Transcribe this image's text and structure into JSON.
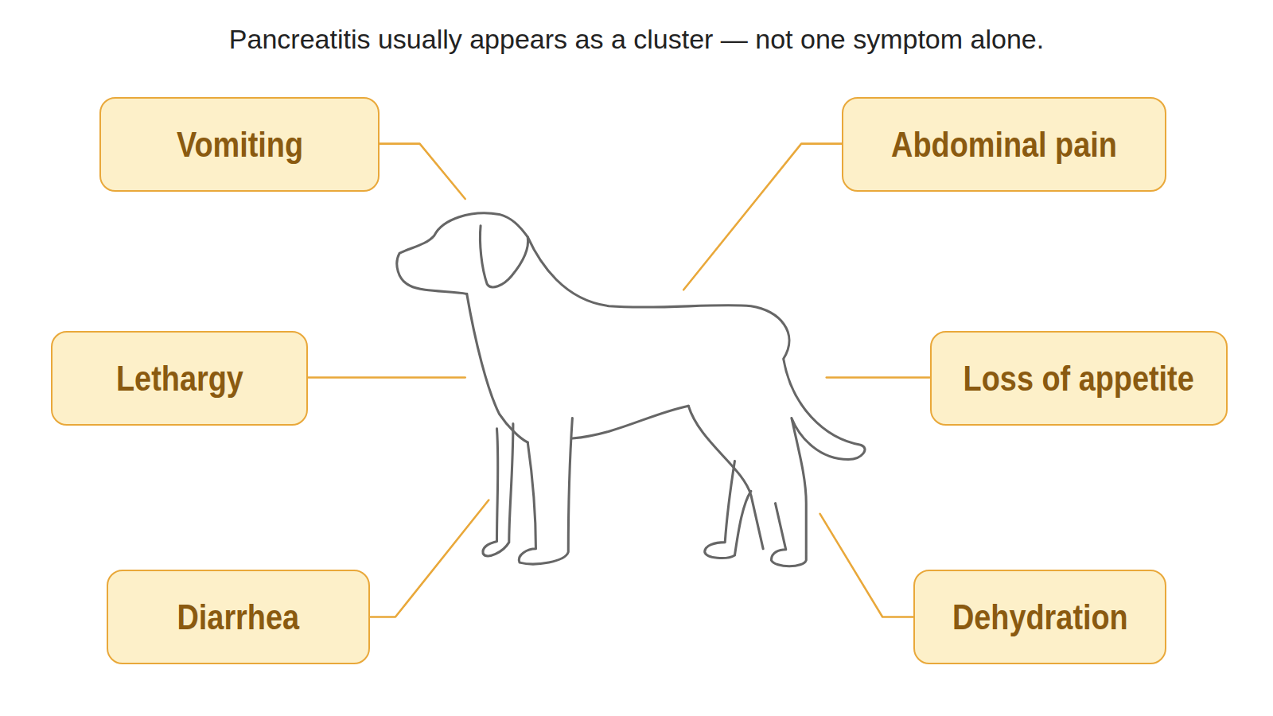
{
  "diagram": {
    "title": "Pancreatitis usually appears as a cluster — not one symptom alone.",
    "nodes": [
      {
        "text": [
          "Vomiting"
        ]
      },
      {
        "text": [
          "Abdominal pain"
        ]
      },
      {
        "text": [
          "Lethargy"
        ]
      },
      {
        "text": [
          "Loss of appetite"
        ]
      },
      {
        "text": [
          "Diarrhea"
        ]
      },
      {
        "text": [
          "Dehydration"
        ]
      }
    ]
  }
}
